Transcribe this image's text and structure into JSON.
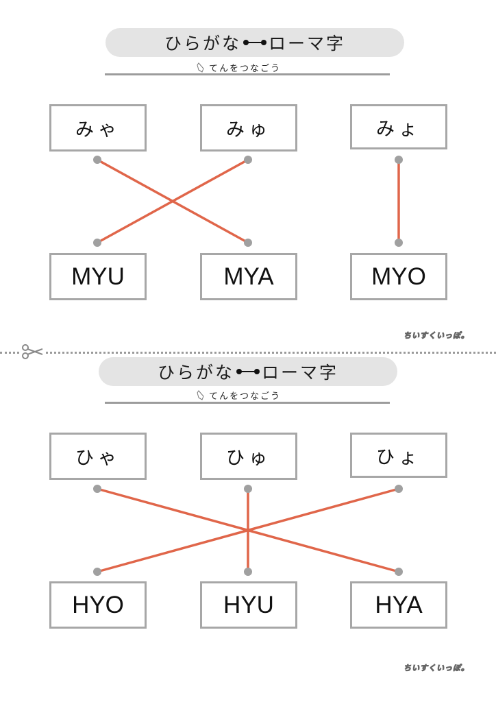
{
  "worksheets": [
    {
      "title_left": "ひらがな",
      "title_right": "ローマ字",
      "instruction": "てんをつなごう",
      "kana": [
        "みゃ",
        "みゅ",
        "みょ"
      ],
      "romaji": [
        "MYU",
        "MYA",
        "MYO"
      ],
      "connections": [
        [
          0,
          1
        ],
        [
          1,
          0
        ],
        [
          2,
          2
        ]
      ],
      "logo": "ちいすくいっぽ。"
    },
    {
      "title_left": "ひらがな",
      "title_right": "ローマ字",
      "instruction": "てんをつなごう",
      "kana": [
        "ひゃ",
        "ひゅ",
        "ひょ"
      ],
      "romaji": [
        "HYO",
        "HYU",
        "HYA"
      ],
      "connections": [
        [
          0,
          2
        ],
        [
          1,
          1
        ],
        [
          2,
          0
        ]
      ],
      "logo": "ちいすくいっぽ。"
    }
  ],
  "colors": {
    "line": "#e0664a",
    "dot": "#a0a0a0",
    "box_border": "#a7a7a7",
    "title_bg": "#e4e4e4"
  },
  "icons": {
    "title_connector": "dot-line-dot-icon",
    "instruction": "pencil-icon",
    "cut": "scissors-icon"
  }
}
